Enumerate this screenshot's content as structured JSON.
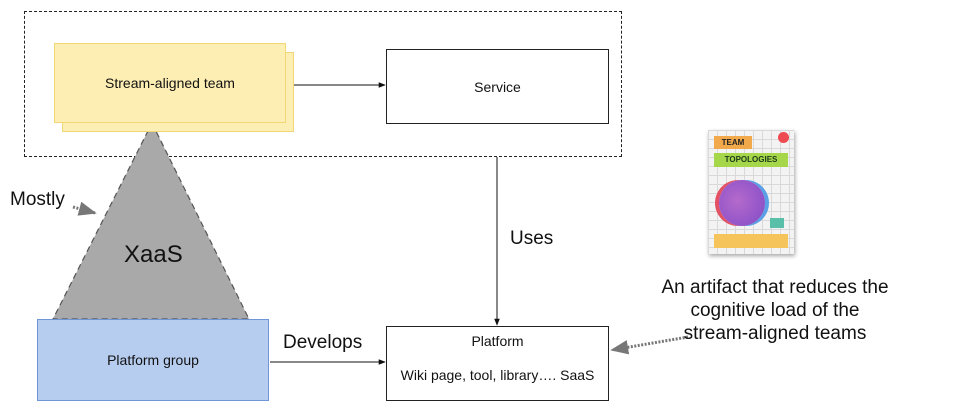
{
  "nodes": {
    "stream_aligned_team": "Stream-aligned team",
    "service": "Service",
    "platform_group": "Platform group",
    "platform_title": "Platform",
    "platform_desc": "Wiki page, tool, library…. SaaS",
    "xaas": "XaaS"
  },
  "labels": {
    "mostly": "Mostly",
    "uses": "Uses",
    "develops": "Develops",
    "artifact": "An artifact that reduces the cognitive load of the stream-aligned teams"
  },
  "book": {
    "team": "TEAM",
    "topologies": "TOPOLOGIES"
  },
  "colors": {
    "stream_fill": "#fdeeb3",
    "platform_group_fill": "#b6cdf0",
    "xaas_fill": "#a9a9a9"
  }
}
